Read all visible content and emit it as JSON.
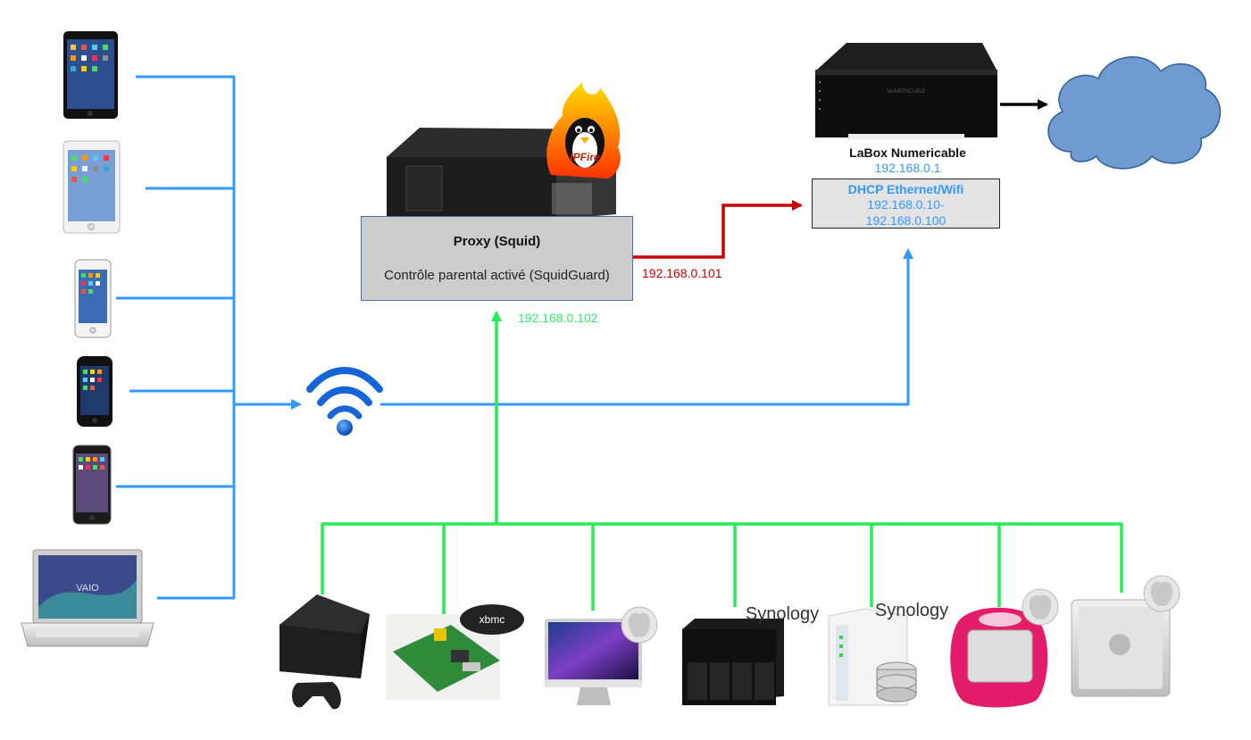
{
  "proxy": {
    "title": "Proxy (Squid)",
    "subtitle": "Contrôle parental activé (SquidGuard)",
    "wan_ip": "192.168.0.101",
    "lan_ip": "192.168.0.102",
    "logo_text": "IPFire"
  },
  "router": {
    "name": "LaBox Numericable",
    "ip": "192.168.0.1",
    "dhcp_title": "DHCP Ethernet/Wifi",
    "dhcp_range_start": "192.168.0.10-",
    "dhcp_range_end": "192.168.0.100",
    "device_text": "NUMERICABLE"
  },
  "devices_left": [
    {
      "name": "ipad-mini-black-icon"
    },
    {
      "name": "ipad-white-icon"
    },
    {
      "name": "iphone-5c-icon"
    },
    {
      "name": "iphone-3g-icon"
    },
    {
      "name": "iphone-6-icon"
    },
    {
      "name": "laptop-vaio-icon",
      "brand": "VAIO"
    }
  ],
  "devices_bottom": [
    {
      "name": "playstation-3-icon"
    },
    {
      "name": "raspberry-pi-icon",
      "badge": "xbmc"
    },
    {
      "name": "imac-icon"
    },
    {
      "name": "synology-nas-4bay-icon",
      "brand": "Synology"
    },
    {
      "name": "synology-nas-2bay-icon",
      "brand": "Synology"
    },
    {
      "name": "imac-g3-icon"
    },
    {
      "name": "power-mac-g4-icon"
    }
  ],
  "colors": {
    "wifi_lines": "#3399ff",
    "lan_lines": "#22ee55",
    "wan_line": "#cc0000",
    "internet_line": "#000000",
    "ip_wan": "#cc0000",
    "ip_lan": "#33ee66",
    "ip_router": "#3399ff",
    "cloud": "#6f9bd1"
  }
}
